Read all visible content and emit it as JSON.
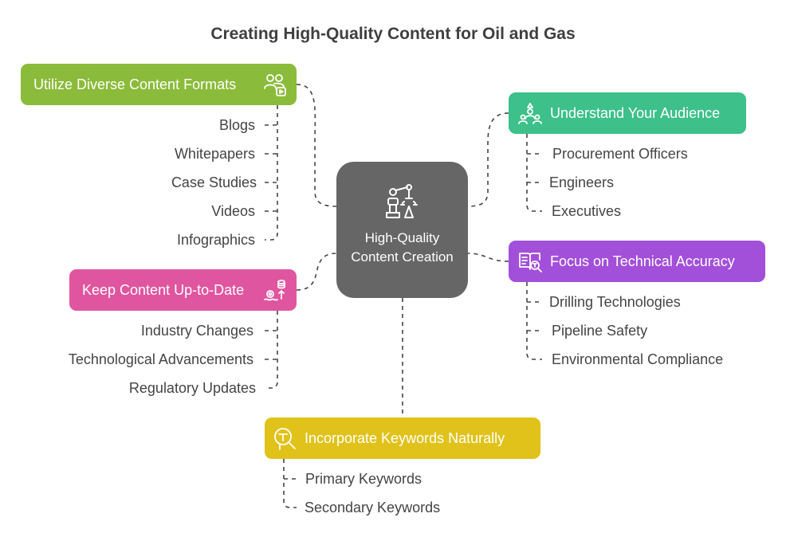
{
  "title": "Creating High-Quality Content for Oil and Gas",
  "center": {
    "label": "High-Quality Content Creation",
    "icon": "robot-arm-icon"
  },
  "branches": {
    "formats": {
      "label": "Utilize Diverse Content Formats",
      "color": "#8bbb3a",
      "icon": "users-media-icon",
      "items": [
        "Blogs",
        "Whitepapers",
        "Case Studies",
        "Videos",
        "Infographics"
      ]
    },
    "audience": {
      "label": "Understand Your Audience",
      "color": "#3dc08a",
      "icon": "audience-icon",
      "items": [
        "Procurement Officers",
        "Engineers",
        "Executives"
      ]
    },
    "accuracy": {
      "label": "Focus on Technical Accuracy",
      "color": "#a24fd9",
      "icon": "book-search-icon",
      "items": [
        "Drilling Technologies",
        "Pipeline Safety",
        "Environmental Compliance"
      ]
    },
    "uptodate": {
      "label": "Keep Content Up-to-Date",
      "color": "#e0559f",
      "icon": "growth-database-icon",
      "items": [
        "Industry Changes",
        "Technological Advancements",
        "Regulatory Updates"
      ]
    },
    "keywords": {
      "label": "Incorporate Keywords Naturally",
      "color": "#e0c21a",
      "icon": "keyword-search-icon",
      "items": [
        "Primary Keywords",
        "Secondary Keywords"
      ]
    }
  },
  "colors": {
    "center": "#666666",
    "connector": "#444444",
    "text": "#444444"
  }
}
